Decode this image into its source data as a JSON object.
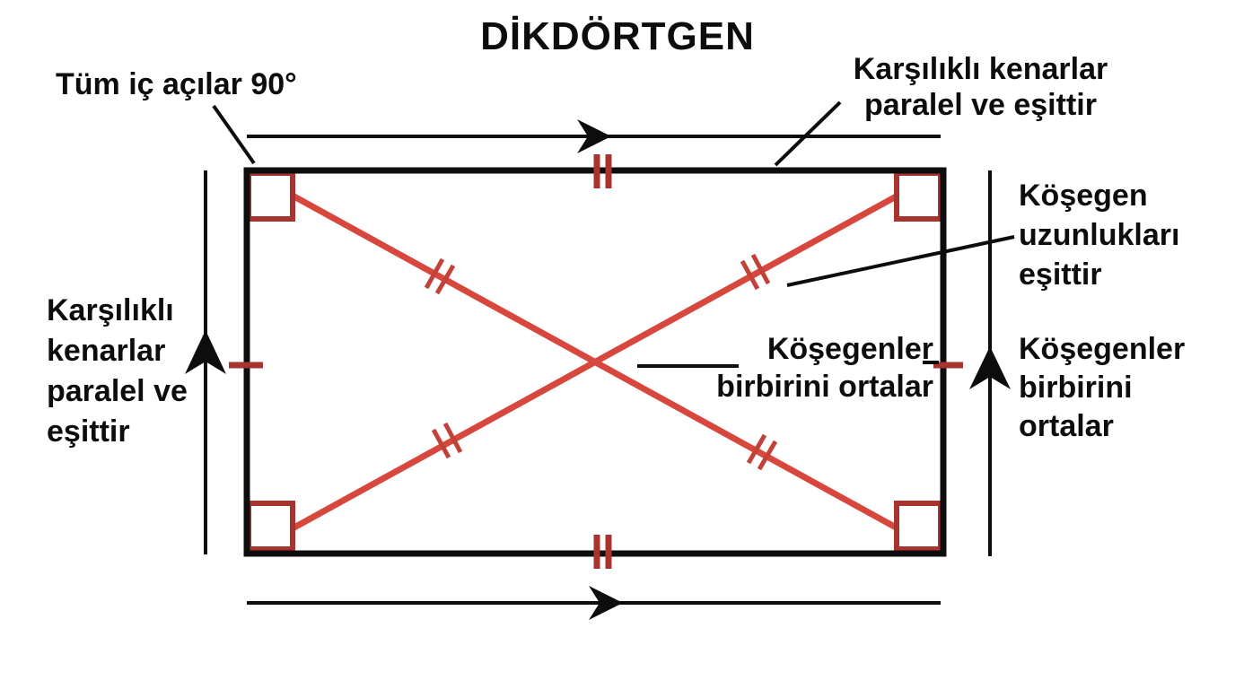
{
  "title": "DİKDÖRTGEN",
  "labels": {
    "interior_angles": "Tüm iç açılar 90°",
    "opposite_sides_top": "Karşılıklı kenarlar\nparalel ve eşittir",
    "opposite_sides_left": "Karşılıklı\nkenarlar\nparalel ve\neşittir",
    "diagonal_lengths": "Köşegen\nuzunlukları\neşittir",
    "diagonals_bisect": "Köşegenler\nbirbirini\nortalar",
    "diagonals_bisect_inner": "Köşegenler\nbirbirini ortalar"
  },
  "colors": {
    "ink": "#0d0d0d",
    "diagonal_red": "#d8473d",
    "tick_red": "#c2423a",
    "marker_red": "#a83430",
    "background": "#ffffff"
  }
}
